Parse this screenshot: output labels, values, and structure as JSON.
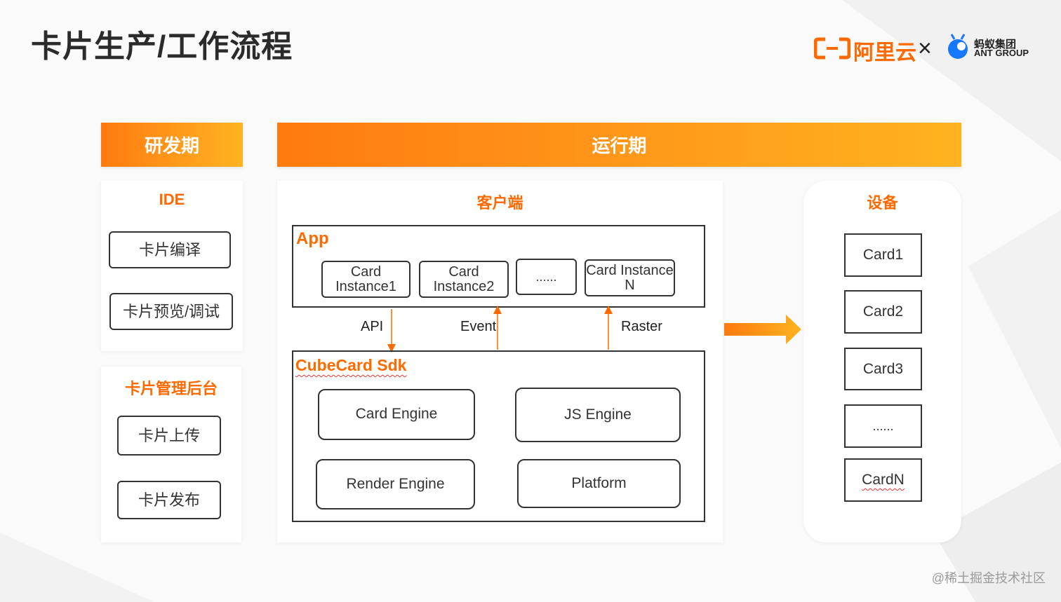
{
  "header": {
    "title": "卡片生产/工作流程",
    "logo_aliyun": "阿里云",
    "logo_times": "×",
    "logo_ant_cn": "蚂蚁集团",
    "logo_ant_en": "ANT GROUP"
  },
  "dev": {
    "band": "研发期",
    "ide_title": "IDE",
    "ide_items": [
      "卡片编译",
      "卡片预览/调试"
    ],
    "admin_title": "卡片管理后台",
    "admin_items": [
      "卡片上传",
      "卡片发布"
    ]
  },
  "runtime": {
    "band": "运行期",
    "client_title": "客户端",
    "app_label": "App",
    "instances": [
      "Card Instance1",
      "Card Instance2",
      "......",
      "Card Instance N"
    ],
    "arrow_labels": [
      "API",
      "Event",
      "Raster"
    ],
    "sdk_label": "CubeCard Sdk",
    "engines": [
      "Card Engine",
      "JS Engine",
      "Render Engine",
      "Platform"
    ]
  },
  "device": {
    "title": "设备",
    "cards": [
      "Card1",
      "Card2",
      "Card3",
      "......",
      "CardN"
    ]
  },
  "watermark": "@稀土掘金技术社区",
  "colors": {
    "accent": "#ff6a00",
    "ant_blue": "#1677ff"
  }
}
